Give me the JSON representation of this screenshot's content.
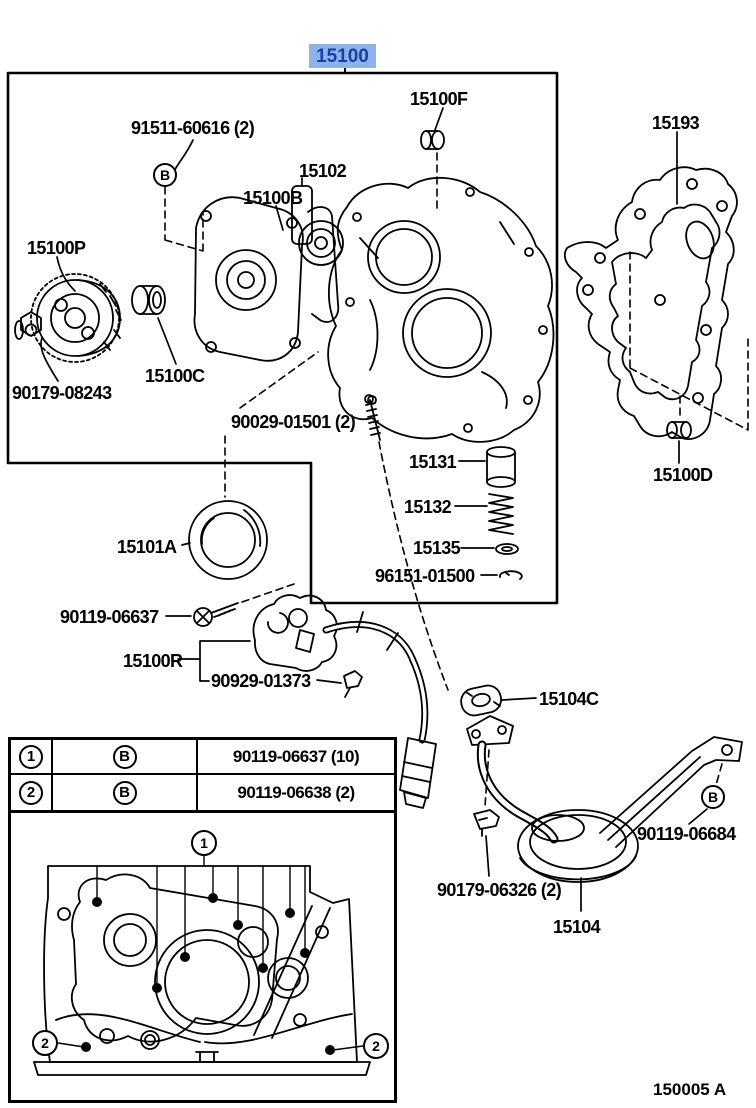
{
  "figure": {
    "title_part": "15100",
    "footer_code": "150005 A",
    "highlight": {
      "bg": "#8CB4EA",
      "fg": "#1A3FA8"
    }
  },
  "labels": {
    "a15100": "15100",
    "a15100F": "15100F",
    "a91511": "91511-60616 (2)",
    "a15102": "15102",
    "a15100B": "15100B",
    "a15193": "15193",
    "a15100P": "15100P",
    "a90179_08243": "90179-08243",
    "a15100C": "15100C",
    "a90029_01501": "90029-01501 (2)",
    "a15131": "15131",
    "a15132": "15132",
    "a15135": "15135",
    "a96151_01500": "96151-01500",
    "a15100D": "15100D",
    "a15101A": "15101A",
    "a90119_06637": "90119-06637",
    "a15100R": "15100R",
    "a90929_01373": "90929-01373",
    "a15104C": "15104C",
    "a90119_06684": "90119-06684",
    "a90179_06326": "90179-06326 (2)",
    "a15104": "15104"
  },
  "symbols": {
    "b": "B",
    "one": "1",
    "two": "2"
  },
  "table": {
    "rows": [
      {
        "ref": "1",
        "symbol": "B",
        "part": "90119-06637 (10)"
      },
      {
        "ref": "2",
        "symbol": "B",
        "part": "90119-06638 (2)"
      }
    ]
  }
}
